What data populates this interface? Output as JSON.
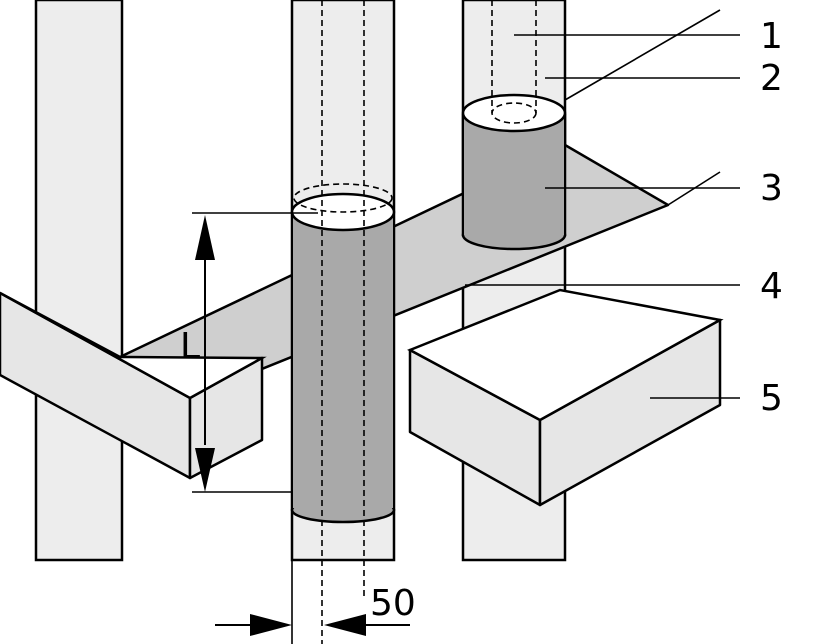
{
  "labels": {
    "item_1": "1",
    "item_2": "2",
    "item_3": "3",
    "item_4": "4",
    "item_5": "5",
    "dim_L": "L",
    "dim_50": "50"
  },
  "colors": {
    "sleeve": "#a9a9a9",
    "slab_top": "#cfcfcf",
    "beam_face": "#e6e6e6",
    "pipe": "#ededed"
  }
}
